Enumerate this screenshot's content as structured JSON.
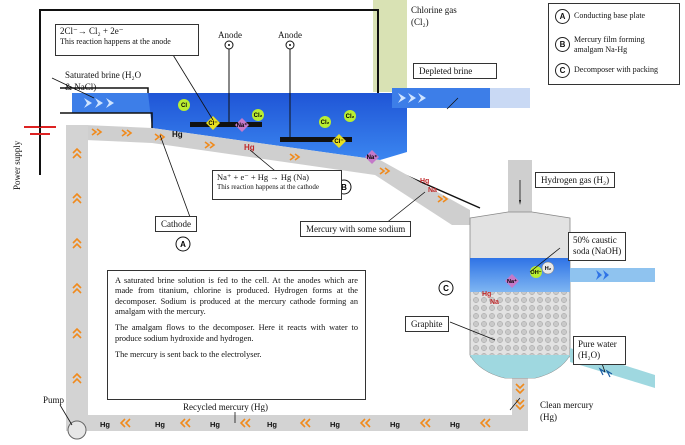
{
  "title_reaction_anode": {
    "equation": "2Cl⁻→ Cl₂ + 2e⁻",
    "note": "This reaction happens at the anode"
  },
  "title_reaction_cathode": {
    "equation": "Na⁺ + e⁻ + Hg → Hg (Na)",
    "note": "This reaction happens at the cathode"
  },
  "labels": {
    "anode_1": "Anode",
    "anode_2": "Anode",
    "chlorine_gas_1": "Chlorine gas",
    "chlorine_gas_2": "(Cl₂)",
    "saturated_brine_1": "Saturated brine (H₂O",
    "saturated_brine_2": "& NaCl)",
    "depleted_brine": "Depleted brine",
    "power_supply": "Power supply",
    "cathode": "Cathode",
    "mercury_sodium": "Mercury with some sodium",
    "hydrogen_gas": "Hydrogen gas (H₂)",
    "caustic_1": "50% caustic",
    "caustic_2": "soda (NaOH)",
    "graphite": "Graphite",
    "pure_water_1": "Pure water",
    "pure_water_2": "(H₂O)",
    "pump": "Pump",
    "recycled_mercury": "Recycled mercury (Hg)",
    "clean_mercury_1": "Clean mercury",
    "clean_mercury_2": "(Hg)"
  },
  "legend": [
    {
      "letter": "A",
      "text": "Conducting base plate"
    },
    {
      "letter": "B",
      "text": "Mercury film forming amalgam Na-Hg"
    },
    {
      "letter": "C",
      "text": "Decomposer with packing"
    }
  ],
  "markers": {
    "a": "A",
    "b": "B",
    "c": "C"
  },
  "species": {
    "cl": "Cl",
    "cl_minus": "Cl⁻",
    "cl2": "Cl₂",
    "na_plus": "Na⁺",
    "hg": "Hg",
    "hg_na_hg": "Hg",
    "hg_na_na": "Na",
    "oh": "OH⁻",
    "h2": "H₂",
    "na": "Na⁺"
  },
  "description": [
    "A saturated brine solution is fed to the cell.  At the anodes which are made from titanium, chlorine is produced. Hydrogen forms at the decomposer.  Sodium is produced at the mercury cathode forming an amalgam with the mercury.",
    "The amalgam flows to the decomposer. Here it reacts with water to produce sodium hydroxide and hydrogen.",
    "The mercury is sent back to the electrolyser."
  ],
  "colors": {
    "brine": "#2f6fe0",
    "pipe_green": "#d9e2b4",
    "pipe_gray": "#cfcfcf",
    "arrow_orange": "#f08a1c",
    "water_teal": "#9fd8e0"
  }
}
